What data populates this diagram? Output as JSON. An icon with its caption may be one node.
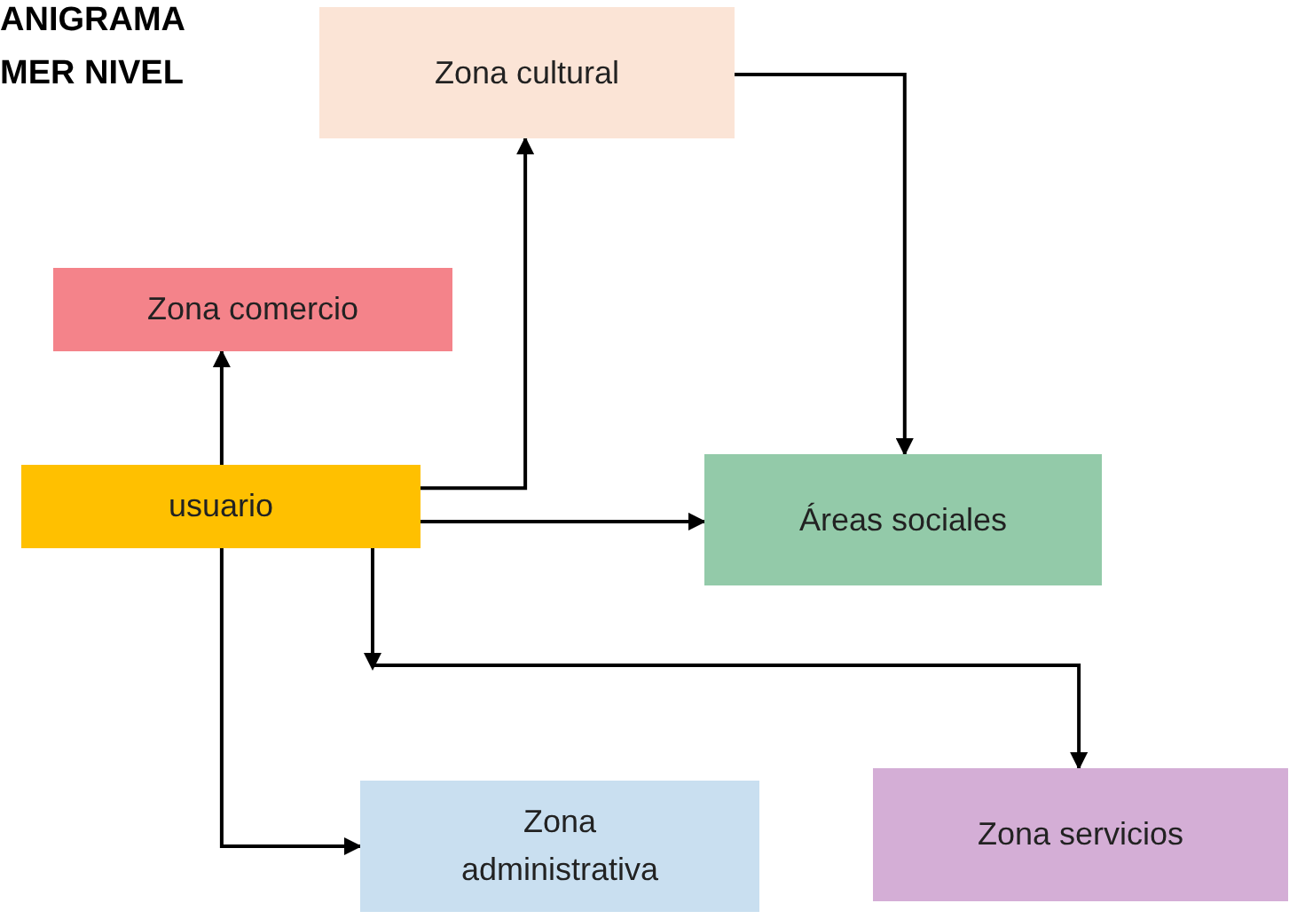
{
  "diagram": {
    "nodes": [
      {
        "text": [
          "Zona cultural"
        ]
      },
      {
        "text": [
          "Zona comercio"
        ]
      },
      {
        "text": [
          "usuario"
        ]
      },
      {
        "text": [
          "Áreas sociales"
        ]
      },
      {
        "text": [
          "Zona administrativa"
        ]
      },
      {
        "text": [
          "Zona servicios"
        ]
      }
    ],
    "edges": [
      {
        "from": 2,
        "to": 1,
        "arrow": "to"
      },
      {
        "from": 2,
        "to": 0,
        "arrow": "to"
      },
      {
        "from": 0,
        "to": 3,
        "arrow": "to"
      },
      {
        "from": 2,
        "to": 3,
        "arrow": "to"
      },
      {
        "from": 2,
        "to": 5,
        "arrow": "to"
      },
      {
        "from": 2,
        "to": 4,
        "arrow": "to"
      }
    ],
    "labels": [
      "ANIGRAMA",
      "MER NIVEL"
    ]
  }
}
